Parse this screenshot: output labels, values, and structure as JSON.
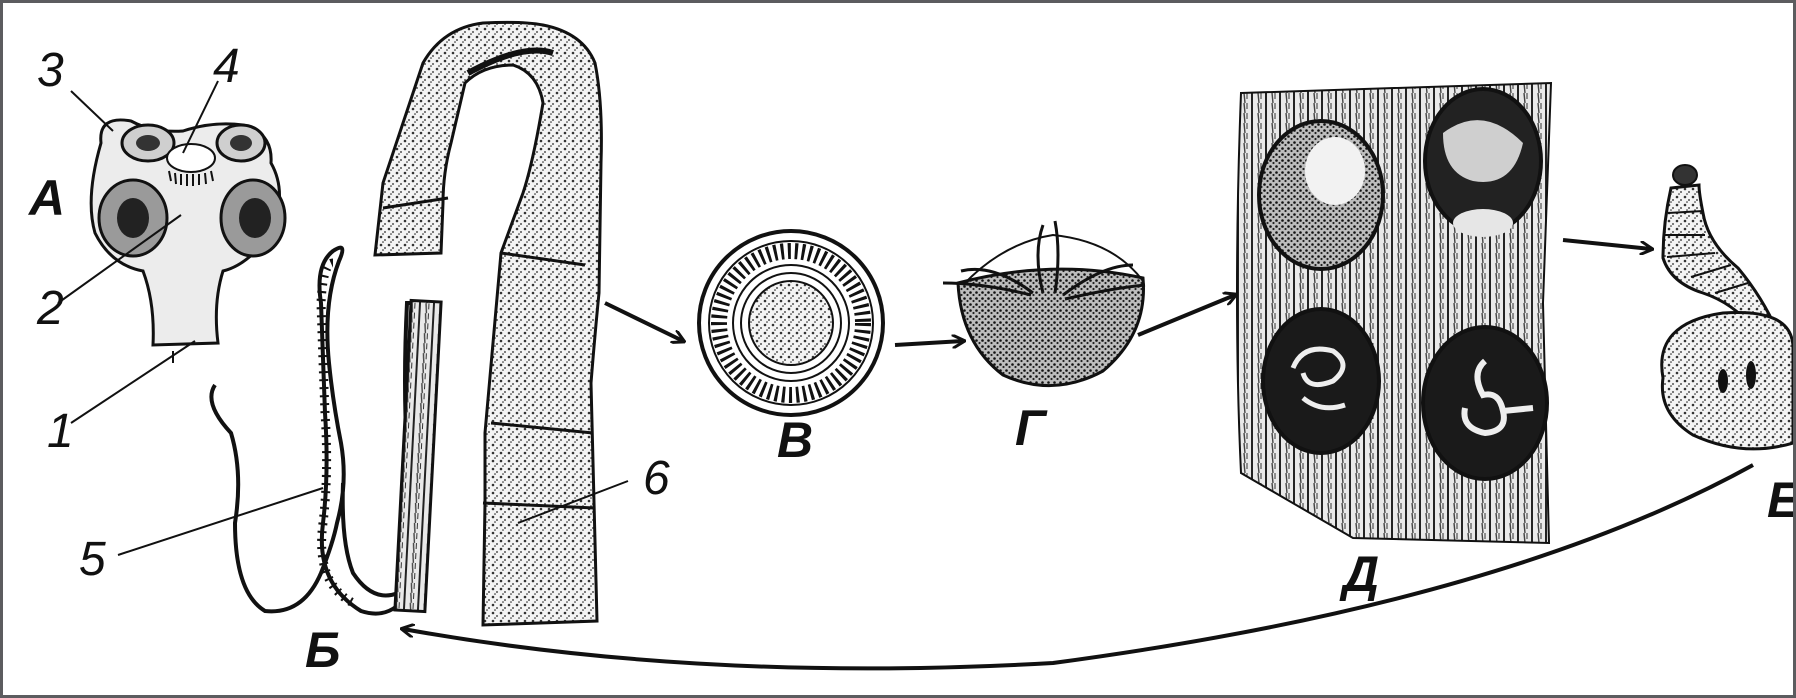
{
  "figure": {
    "stage_labels": {
      "A": "А",
      "B": "Б",
      "V": "В",
      "G": "Г",
      "D": "Д",
      "E": "Е"
    },
    "part_numbers": [
      "1",
      "2",
      "3",
      "4",
      "5",
      "6"
    ],
    "colors": {
      "frame": "#5c5c5f",
      "background": "#ffffff",
      "ink": "#111111"
    }
  }
}
